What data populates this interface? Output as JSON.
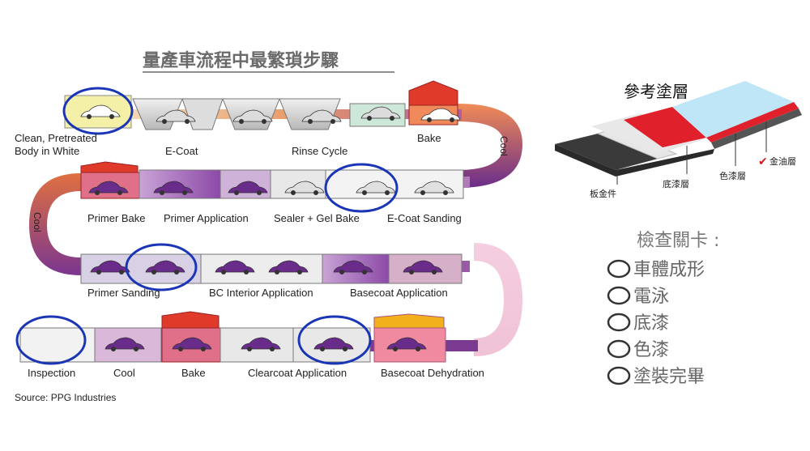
{
  "title": "量產車流程中最繁瑣步驟",
  "source": "Source: PPG Industries",
  "process": {
    "row1": [
      "Clean, Pretreated",
      "Body in White",
      "E-Coat",
      "Rinse Cycle",
      "Bake"
    ],
    "row2": [
      "Primer Bake",
      "Primer Application",
      "Sealer + Gel Bake",
      "E-Coat Sanding"
    ],
    "row3": [
      "Primer Sanding",
      "BC Interior Application",
      "Basecoat Application"
    ],
    "row4": [
      "Inspection",
      "Cool",
      "Bake",
      "Clearcoat Application",
      "Basecoat Dehydration"
    ],
    "cool": "Cool"
  },
  "reference": {
    "title": "參考塗層",
    "layers": [
      "板金件",
      "底漆層",
      "色漆層",
      "金油層"
    ],
    "check_mark": "✔"
  },
  "checkpoints": {
    "heading": "檢查關卡 :",
    "items": [
      "車體成形",
      "電泳",
      "底漆",
      "色漆",
      "塗裝完畢"
    ]
  },
  "colors": {
    "purple": "#6a2c8a",
    "orange": "#e8743a",
    "highlight_circle": "#1a35b5",
    "red_layer": "#e0202a",
    "blue_layer": "#bfe6f6"
  }
}
